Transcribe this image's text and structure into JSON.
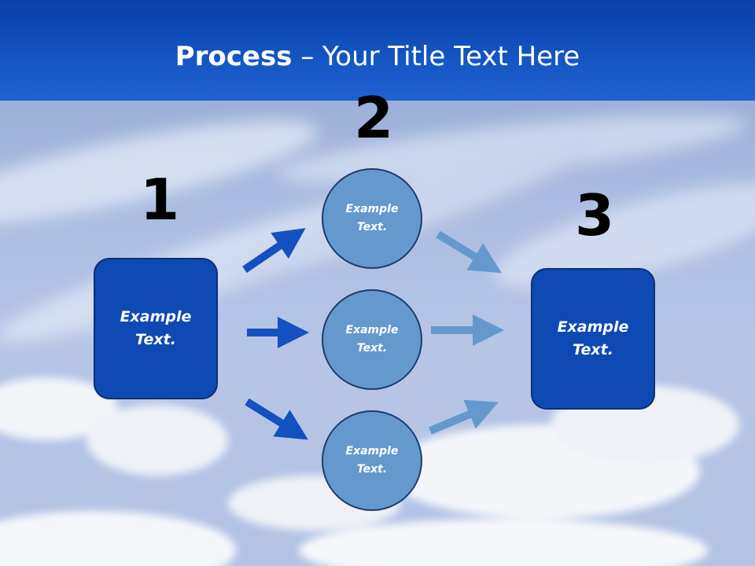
{
  "title": {
    "bold": "Process",
    "rest": " – Your Title Text Here"
  },
  "steps": [
    {
      "number": "1",
      "label": "Example Text."
    },
    {
      "number": "2",
      "circles": [
        "Example Text.",
        "Example Text.",
        "Example Text."
      ]
    },
    {
      "number": "3",
      "label": "Example Text."
    }
  ],
  "colors": {
    "header": "#1456c4",
    "box_fill": "#0f49b3",
    "circle_fill": "#6599ce",
    "arrow_dark": "#1550c0",
    "arrow_light": "#6599ce"
  }
}
